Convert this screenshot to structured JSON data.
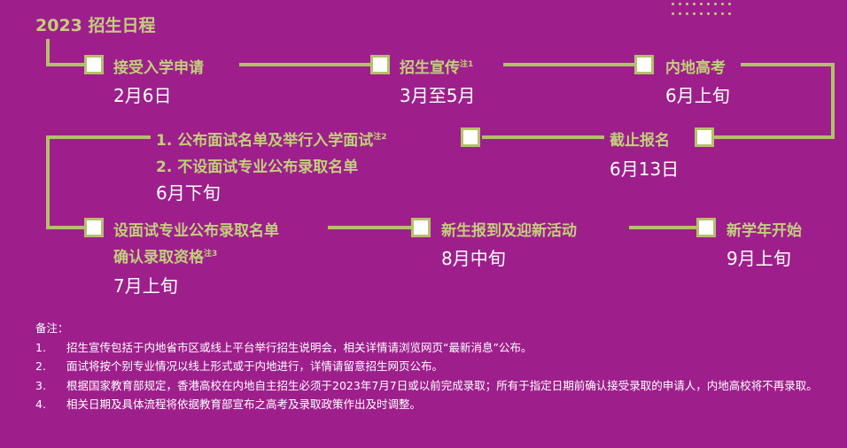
{
  "title": "2023 招生日程",
  "steps": [
    {
      "label": "接受入学申请",
      "sup": "",
      "date": "2月6日"
    },
    {
      "label": "招生宣传",
      "sup": "注1",
      "date": "3月至5月"
    },
    {
      "label": "内地高考",
      "sup": "",
      "date": "6月上旬"
    },
    {
      "label": "截止报名",
      "sup": "",
      "date": "6月13日"
    },
    {
      "label": "1. 公布面试名单及举行入学面试",
      "sup": "注2",
      "label2": "2. 不设面试专业公布录取名单",
      "date": "6月下旬"
    },
    {
      "label": "设面试专业公布录取名单",
      "label2": "确认录取资格",
      "sup": "注3",
      "date": "7月上旬"
    },
    {
      "label": "新生报到及迎新活动",
      "sup": "",
      "date": "8月中旬"
    },
    {
      "label": "新学年开始",
      "sup": "",
      "date": "9月上旬"
    }
  ],
  "notes": {
    "heading": "备注：",
    "items": [
      {
        "num": "1.",
        "text": "招生宣传包括于内地省市区或线上平台举行招生说明会，相关详情请浏览网页“最新消息”公布。"
      },
      {
        "num": "2.",
        "text": "面试将按个别专业情况以线上形式或于内地进行，详情请留意招生网页公布。"
      },
      {
        "num": "3.",
        "text": "根据国家教育部规定，香港高校在内地自主招生必须于2023年7月7日或以前完成录取；所有于指定日期前确认接受录取的申请人，内地高校将不再录取。"
      },
      {
        "num": "4.",
        "text": "相关日期及具体流程将依据教育部宣布之高考及录取政策作出及时调整。"
      }
    ]
  },
  "colors": {
    "background": "#9e1f8c",
    "accent": "#c2cf7a",
    "line": "#b5c06a",
    "text": "#ffffff"
  }
}
